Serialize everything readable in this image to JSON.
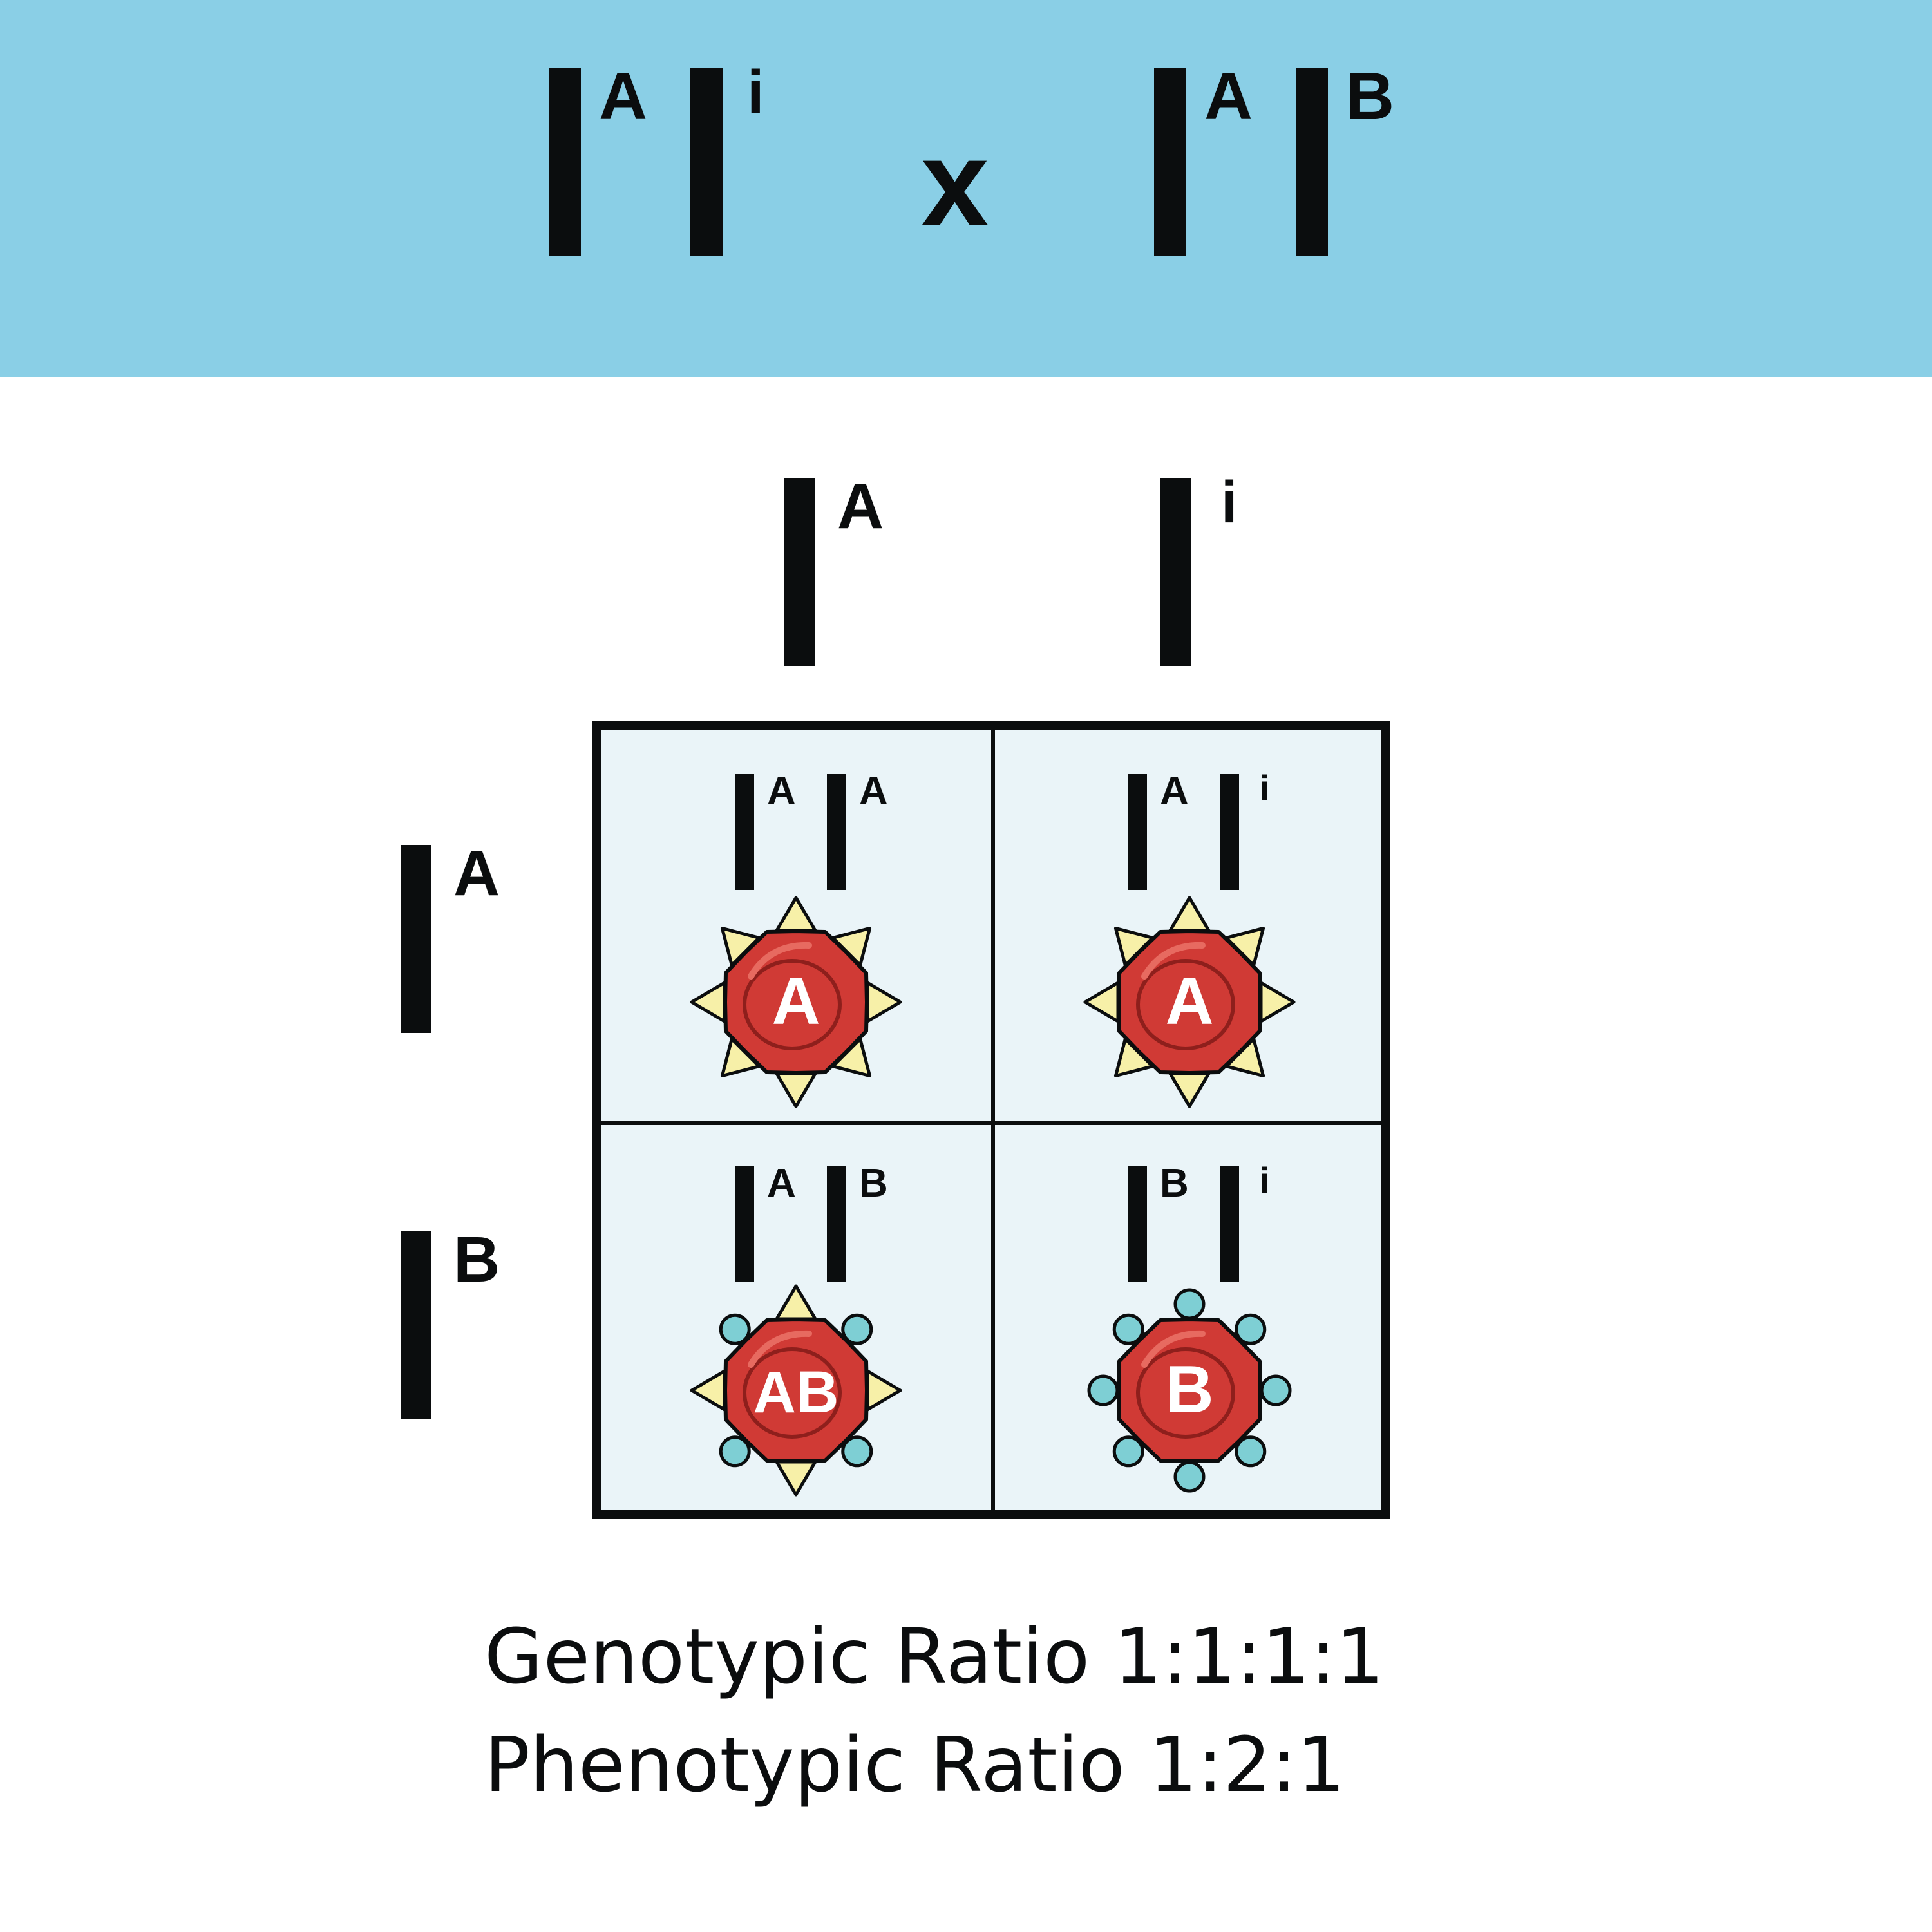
{
  "cross": {
    "parent1": [
      {
        "base": "I",
        "sup": "A"
      },
      {
        "base": "I",
        "sup": "i"
      }
    ],
    "operator": "x",
    "parent2": [
      {
        "base": "I",
        "sup": "A"
      },
      {
        "base": "I",
        "sup": "B"
      }
    ]
  },
  "columns": [
    {
      "base": "I",
      "sup": "A"
    },
    {
      "base": "I",
      "sup": "i"
    }
  ],
  "rows": [
    {
      "base": "I",
      "sup": "A"
    },
    {
      "base": "I",
      "sup": "B"
    }
  ],
  "cells": [
    {
      "genotype": [
        {
          "base": "I",
          "sup": "A"
        },
        {
          "base": "I",
          "sup": "A"
        }
      ],
      "blood_type": "A",
      "antigens": "triangles"
    },
    {
      "genotype": [
        {
          "base": "I",
          "sup": "A"
        },
        {
          "base": "I",
          "sup": "i"
        }
      ],
      "blood_type": "A",
      "antigens": "triangles"
    },
    {
      "genotype": [
        {
          "base": "I",
          "sup": "A"
        },
        {
          "base": "I",
          "sup": "B"
        }
      ],
      "blood_type": "AB",
      "antigens": "mixed"
    },
    {
      "genotype": [
        {
          "base": "I",
          "sup": "B"
        },
        {
          "base": "I",
          "sup": "i"
        }
      ],
      "blood_type": "B",
      "antigens": "circles"
    }
  ],
  "ratios": {
    "genotypic": "Genotypic Ratio 1:1:1:1",
    "phenotypic": "Phenotypic Ratio 1:2:1"
  },
  "colors": {
    "banner": "#8acfe6",
    "grid_fill": "#eaf4f8",
    "cell_red": "#d03a35",
    "antigen_a": "#f7f0a8",
    "antigen_b": "#7ecfd4",
    "ink": "#0b0d0e"
  }
}
